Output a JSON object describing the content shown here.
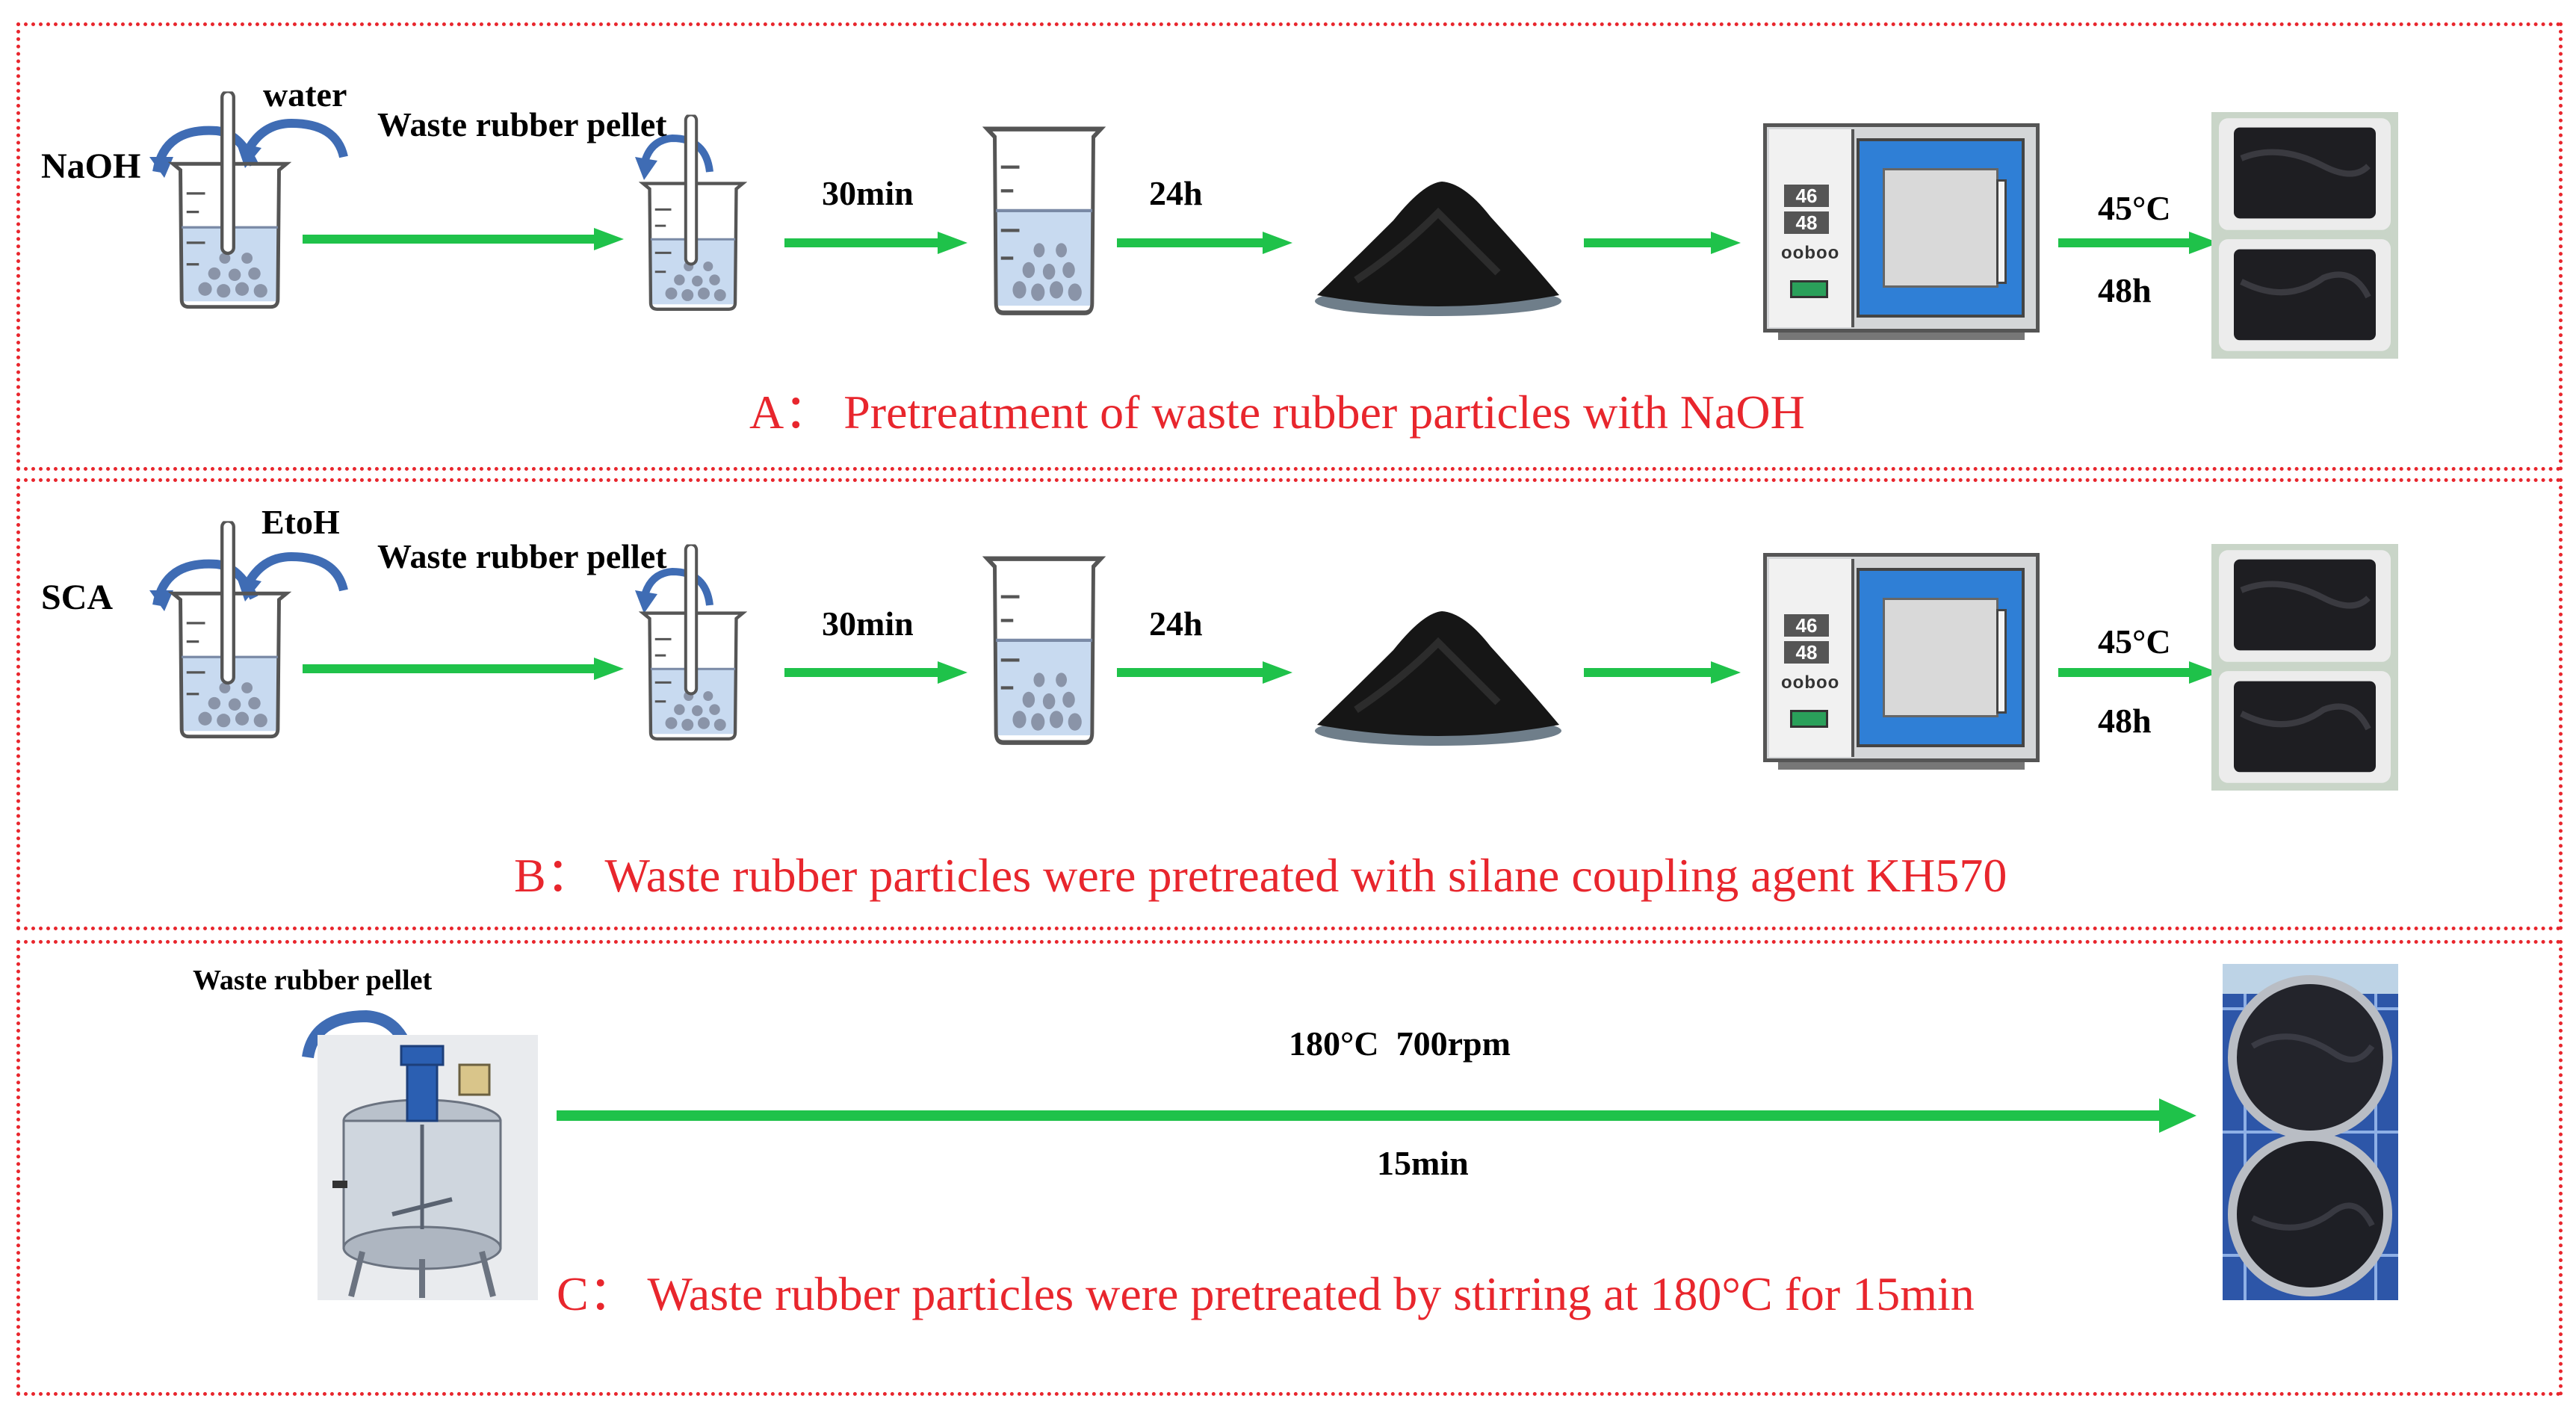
{
  "panel_a": {
    "reagent": "NaOH",
    "solvent": "water",
    "pellet_label": "Waste rubber pellet",
    "time1": "30min",
    "time2": "24h",
    "oven_display_top": "46",
    "oven_display_bottom": "48",
    "oven_buttons": "ooboo",
    "temp": "45°C",
    "duration": "48h",
    "caption": "A： Pretreatment of waste rubber particles with NaOH"
  },
  "panel_b": {
    "reagent": "SCA",
    "solvent": "EtoH",
    "pellet_label": "Waste rubber pellet",
    "time1": "30min",
    "time2": "24h",
    "oven_display_top": "46",
    "oven_display_bottom": "48",
    "oven_buttons": "ooboo",
    "temp": "45°C",
    "duration": "48h",
    "caption": "B： Waste rubber particles were pretreated with silane coupling agent KH570"
  },
  "panel_c": {
    "pellet_label": "Waste rubber pellet",
    "condition": "180°C  700rpm",
    "duration": "15min",
    "caption": "C： Waste rubber particles were pretreated by stirring at 180°C for 15min"
  },
  "colors": {
    "border": "#e8262d",
    "arrow": "#1fc24a",
    "curved_arrow": "#3f6cb4",
    "caption": "#e8262d",
    "oven_door": "#2f7fd6"
  }
}
